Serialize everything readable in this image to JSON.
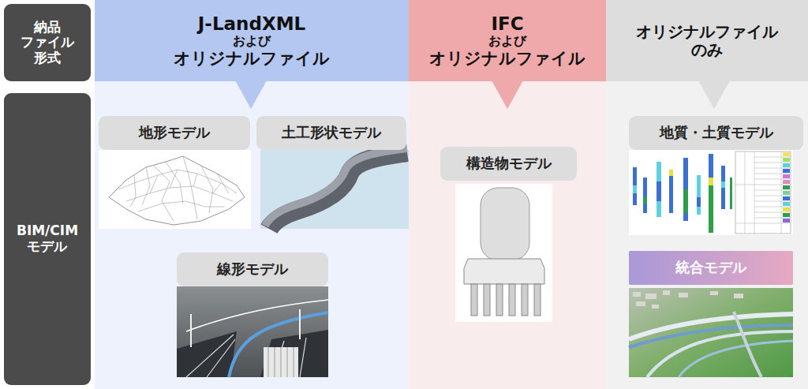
{
  "diagram": {
    "nodes": [
      {
        "text": [
          "納品 ファイル 形式"
        ]
      },
      {
        "text": [
          "BIM/CIM モデル"
        ]
      },
      {
        "text": [
          "J-LandXML および オリジナルファイル"
        ]
      },
      {
        "text": [
          "地形モデル"
        ],
        "in": 2
      },
      {
        "text": [
          "土工形状モデル"
        ],
        "in": 2
      },
      {
        "text": [
          "線形モデル"
        ],
        "in": 2
      },
      {
        "text": [
          "IFC および オリジナルファイル"
        ]
      },
      {
        "text": [
          "構造物モデル"
        ],
        "in": 6
      },
      {
        "text": [
          "オリジナルファイル のみ"
        ]
      },
      {
        "text": [
          "地質・土質モデル"
        ],
        "in": 8
      },
      {
        "text": [
          "統合モデル"
        ],
        "in": 8
      }
    ]
  }
}
